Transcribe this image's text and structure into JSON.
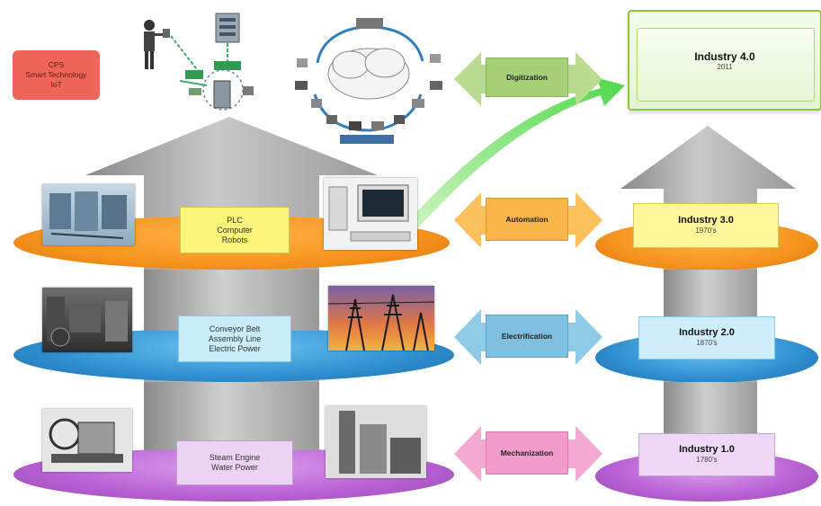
{
  "cps_box": {
    "lines": [
      "CPS",
      "Smart Technology",
      "IoT"
    ]
  },
  "transitions": {
    "digitization": "Digitization",
    "automation": "Automation",
    "electrification": "Electrification",
    "mechanization": "Mechanization"
  },
  "left_levels": {
    "level3": {
      "lines": [
        "PLC",
        "Computer",
        "Robots"
      ]
    },
    "level2": {
      "lines": [
        "Conveyor Belt",
        "Assembly Line",
        "Electric Power"
      ]
    },
    "level1": {
      "lines": [
        "Steam Engine",
        "Water Power"
      ]
    }
  },
  "stages": {
    "i4": {
      "title": "Industry 4.0",
      "year": "2011"
    },
    "i3": {
      "title": "Industry 3.0",
      "year": "1970's"
    },
    "i2": {
      "title": "Industry 2.0",
      "year": "1870's"
    },
    "i1": {
      "title": "Industry 1.0",
      "year": "1780's"
    }
  },
  "colors": {
    "orange": "#f7931e",
    "blue": "#2f8fd0",
    "purple": "#b85fd4",
    "green": "#8cc63f"
  }
}
